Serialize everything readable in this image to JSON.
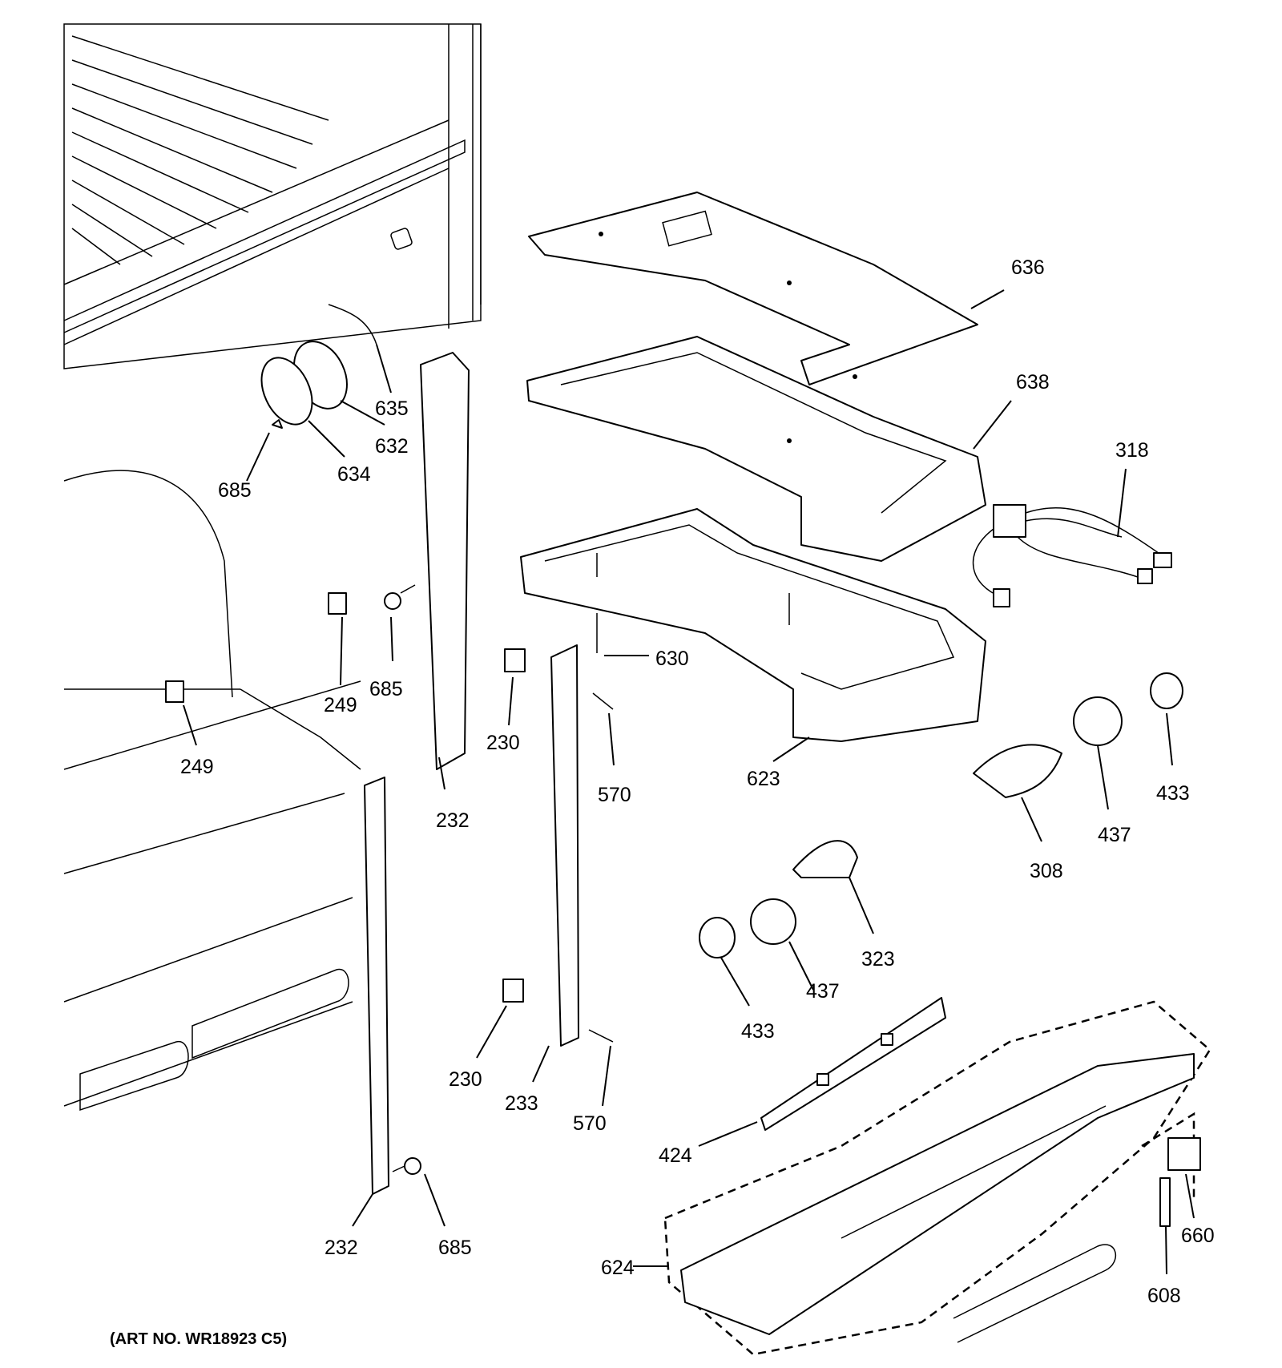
{
  "art_number": "(ART NO. WR18923 C5)",
  "callouts": {
    "c636": "636",
    "c638": "638",
    "c318": "318",
    "c635": "635",
    "c632": "632",
    "c634": "634",
    "c685a": "685",
    "c685b": "685",
    "c685c": "685",
    "c249a": "249",
    "c249b": "249",
    "c232a": "232",
    "c232b": "232",
    "c230a": "230",
    "c230b": "230",
    "c630": "630",
    "c570a": "570",
    "c570b": "570",
    "c623": "623",
    "c433a": "433",
    "c433b": "433",
    "c437a": "437",
    "c437b": "437",
    "c308": "308",
    "c323": "323",
    "c233": "233",
    "c424": "424",
    "c624": "624",
    "c660": "660",
    "c608": "608"
  }
}
